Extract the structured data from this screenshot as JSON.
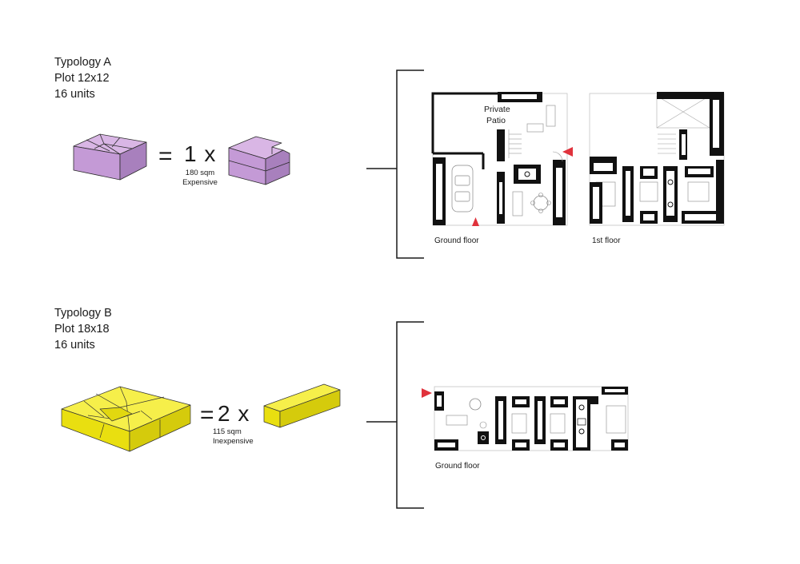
{
  "typology_a": {
    "title": "Typology A",
    "plot": "Plot 12x12",
    "units": "16 units",
    "equals": "=",
    "multiplier": "1 x",
    "area": "180 sqm",
    "cost": "Expensive",
    "ground_floor_label": "Ground floor",
    "first_floor_label": "1st floor",
    "patio_line1": "Private",
    "patio_line2": "Patio",
    "color": "#c9a0d8"
  },
  "typology_b": {
    "title": "Typology B",
    "plot": "Plot 18x18",
    "units": "16 units",
    "equals": "=",
    "multiplier": "2 x",
    "area": "115 sqm",
    "cost": "Inexpensive",
    "ground_floor_label": "Ground floor",
    "color": "#f2ea1a"
  },
  "entrance_marker_color": "#e0323c"
}
